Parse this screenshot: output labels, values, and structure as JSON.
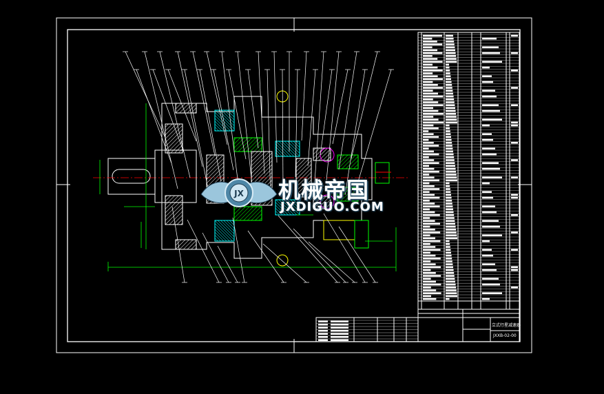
{
  "drawing": {
    "background_color": "#000000",
    "line_color": "#ffffff",
    "accent_green": "#00ff00",
    "accent_cyan": "#00ffff",
    "accent_magenta": "#ff00ff",
    "accent_yellow": "#ffff00",
    "accent_red": "#ff0000"
  },
  "watermark": {
    "logo_letters": "JX",
    "title_cn": "机械帝国",
    "title_en": "JXDIGUO.COM"
  },
  "title_block": {
    "drawing_title": "立式行星减速器",
    "drawing_number": "JXXB-02-00"
  },
  "icons": {
    "logo": "gear-wings-logo-icon"
  }
}
